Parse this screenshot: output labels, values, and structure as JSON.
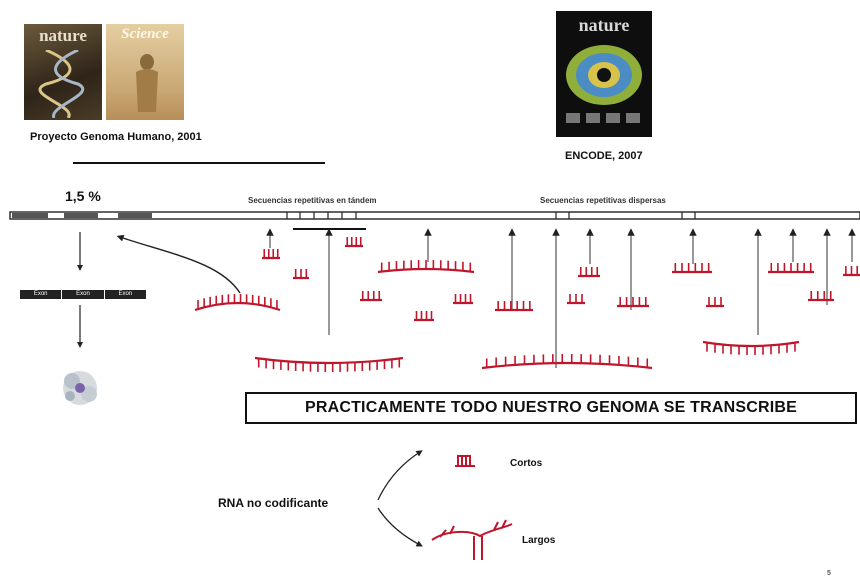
{
  "covers": {
    "nature_2001": "nature",
    "science_2001": "Science",
    "nature_2007": "nature"
  },
  "caption_hgp": "Proyecto Genoma Humano, 2001",
  "caption_encode": "ENCODE, 2007",
  "percent_label": "1,5 %",
  "label_tandem": "Secuencias repetitivas en tándem",
  "label_dispersed": "Secuencias repetitivas dispersas",
  "exon_labels": [
    "Exon",
    "Exon",
    "Exon"
  ],
  "box_text": "PRACTICAMENTE TODO NUESTRO GENOMA SE TRANSCRIBE",
  "rna_label": "RNA no codificante",
  "short_label": "Cortos",
  "long_label": "Largos",
  "slide_number": "5",
  "colors": {
    "rna": "#c0162c",
    "genome_bar": "#555555",
    "text": "#111111"
  }
}
